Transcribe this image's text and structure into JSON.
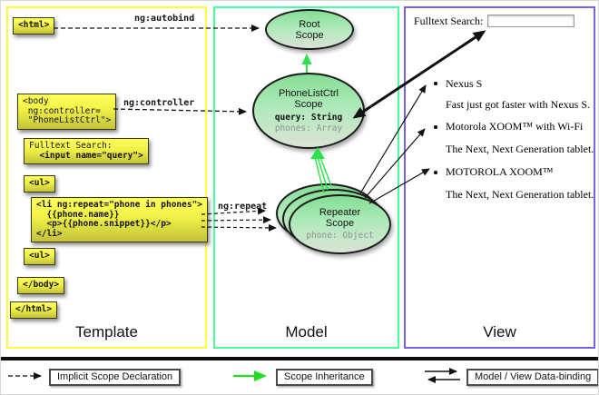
{
  "panels": {
    "template": {
      "label": "Template"
    },
    "model": {
      "label": "Model"
    },
    "view": {
      "label": "View"
    }
  },
  "template": {
    "boxes": {
      "html_open": "<html>",
      "body_open": "<body\n ng:controller=\n \"PhoneListCtrl\">",
      "fulltext_label": "Fulltext Search:",
      "fulltext_input": "  <input name=\"query\">",
      "ul_open": "<ul>",
      "li_repeat": "<li ng:repeat=\"phone in phones\">\n  {{phone.name}}\n  <p>{{phone.snippet}}</p>\n</li>",
      "ul_close": "<ul>",
      "body_close": "</body>",
      "html_close": "</html>"
    },
    "labels": {
      "ng_autobind": "ng:autobind",
      "ng_controller": "ng:controller",
      "ng_repeat": "ng:repeat"
    }
  },
  "model": {
    "root_scope": {
      "title": "Root\nScope"
    },
    "phonelist_scope": {
      "title": "PhoneListCtrl\nScope",
      "prop_query": "query: String",
      "prop_phones": "phones: Array"
    },
    "repeater_scope": {
      "title": "Repeater\nScope",
      "prop_phone": "phone: Object"
    }
  },
  "view": {
    "search_label": "Fulltext Search:",
    "search_value": "",
    "items": [
      {
        "title": "Nexus S",
        "snippet": "Fast just got faster with Nexus S."
      },
      {
        "title": "Motorola XOOM™ with Wi-Fi",
        "snippet": "The Next, Next Generation tablet."
      },
      {
        "title": "MOTOROLA XOOM™",
        "snippet": "The Next, Next Generation tablet."
      }
    ]
  },
  "legend": {
    "implicit": "Implicit Scope Declaration",
    "inheritance": "Scope Inheritance",
    "binding": "Model / View Data-binding"
  },
  "palette": {
    "template_border": "#ffff42",
    "model_border": "#47ff9e",
    "view_border": "#7a5fe8",
    "code_box_yellow": "#ffff55",
    "scope_fill_green": "#8ddf9c",
    "inheritance_green": "#2ce24c",
    "arrow_black": "#111111"
  }
}
